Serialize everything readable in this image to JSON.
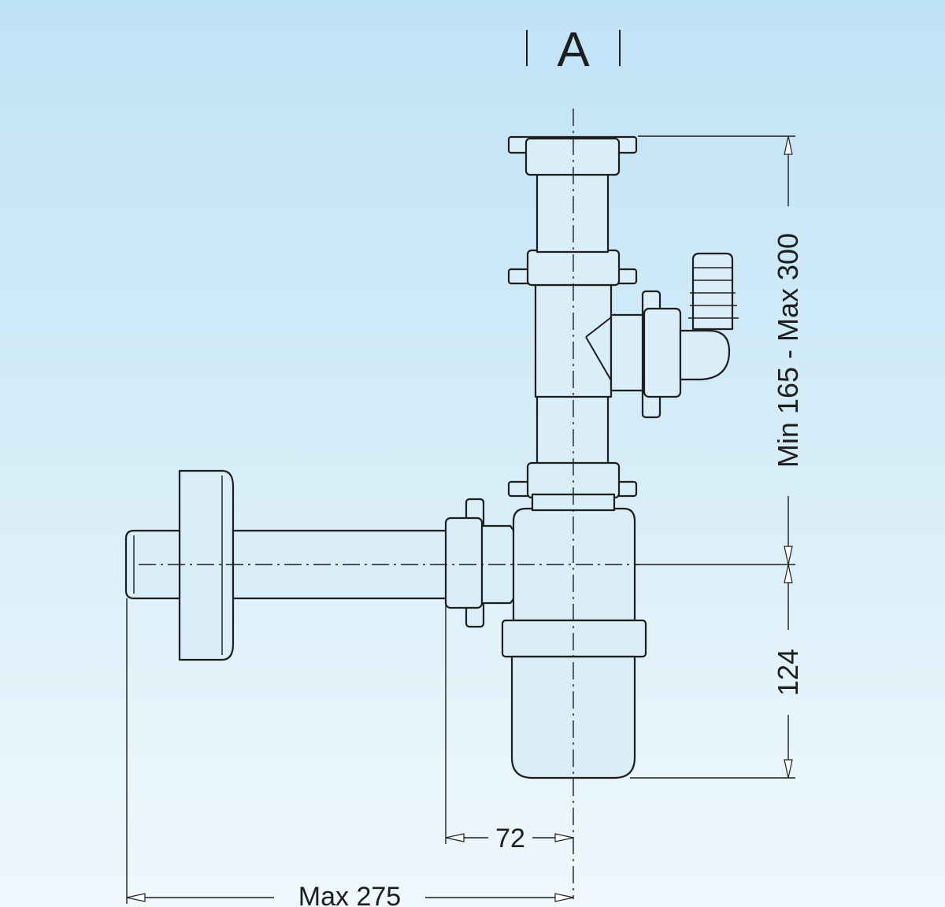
{
  "diagram": {
    "view_label": "A",
    "dimensions": {
      "height_range": "Min 165 - Max 300",
      "trap_depth": "124",
      "offset": "72",
      "max_length": "Max 275"
    }
  }
}
